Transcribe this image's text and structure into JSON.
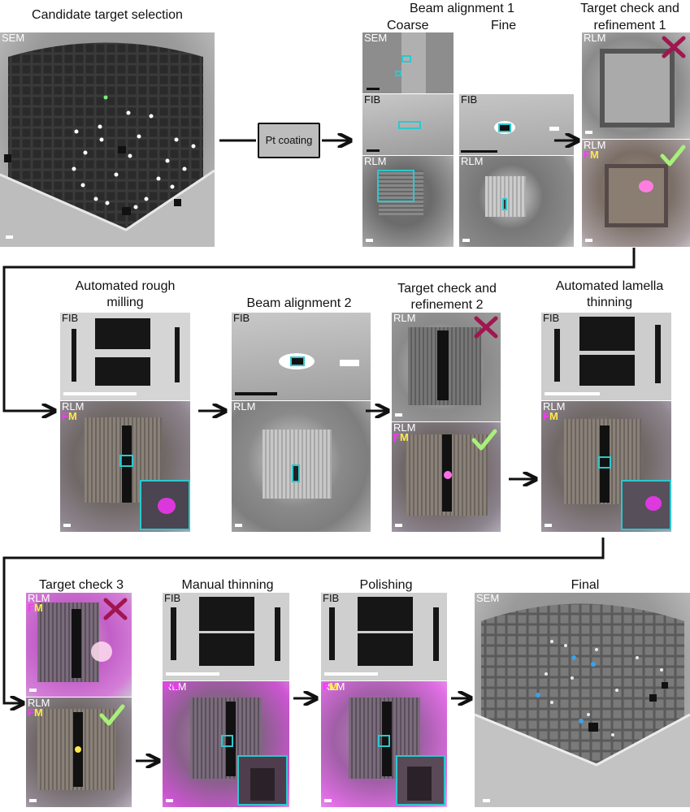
{
  "stages": {
    "candidate": {
      "title": "Candidate target selection"
    },
    "beam1": {
      "title": "Beam alignment 1",
      "coarse": "Coarse",
      "fine": "Fine"
    },
    "check1": {
      "title_line1": "Target check and",
      "title_line2": "refinement 1"
    },
    "rough": {
      "title_line1": "Automated rough",
      "title_line2": "milling"
    },
    "beam2": {
      "title": "Beam alignment 2"
    },
    "check2": {
      "title_line1": "Target check and",
      "title_line2": "refinement 2"
    },
    "thinning": {
      "title_line1": "Automated lamella",
      "title_line2": "thinning"
    },
    "check3": {
      "title": "Target check 3"
    },
    "manual": {
      "title": "Manual thinning"
    },
    "polishing": {
      "title": "Polishing"
    },
    "final": {
      "title": "Final"
    }
  },
  "pt_coating": "Pt coating",
  "labels": {
    "sem": "SEM",
    "fib": "FIB",
    "rlm": "RLM",
    "fm_f": "F",
    "fm_m": "M"
  },
  "colors": {
    "cyan": "#2cc8cf",
    "fm_magenta": "#ff33ff",
    "fm_yellow": "#ffe84a",
    "reject": "#a0164e",
    "accept": "#a8f07a",
    "pt_box": "#bdbdbd"
  }
}
